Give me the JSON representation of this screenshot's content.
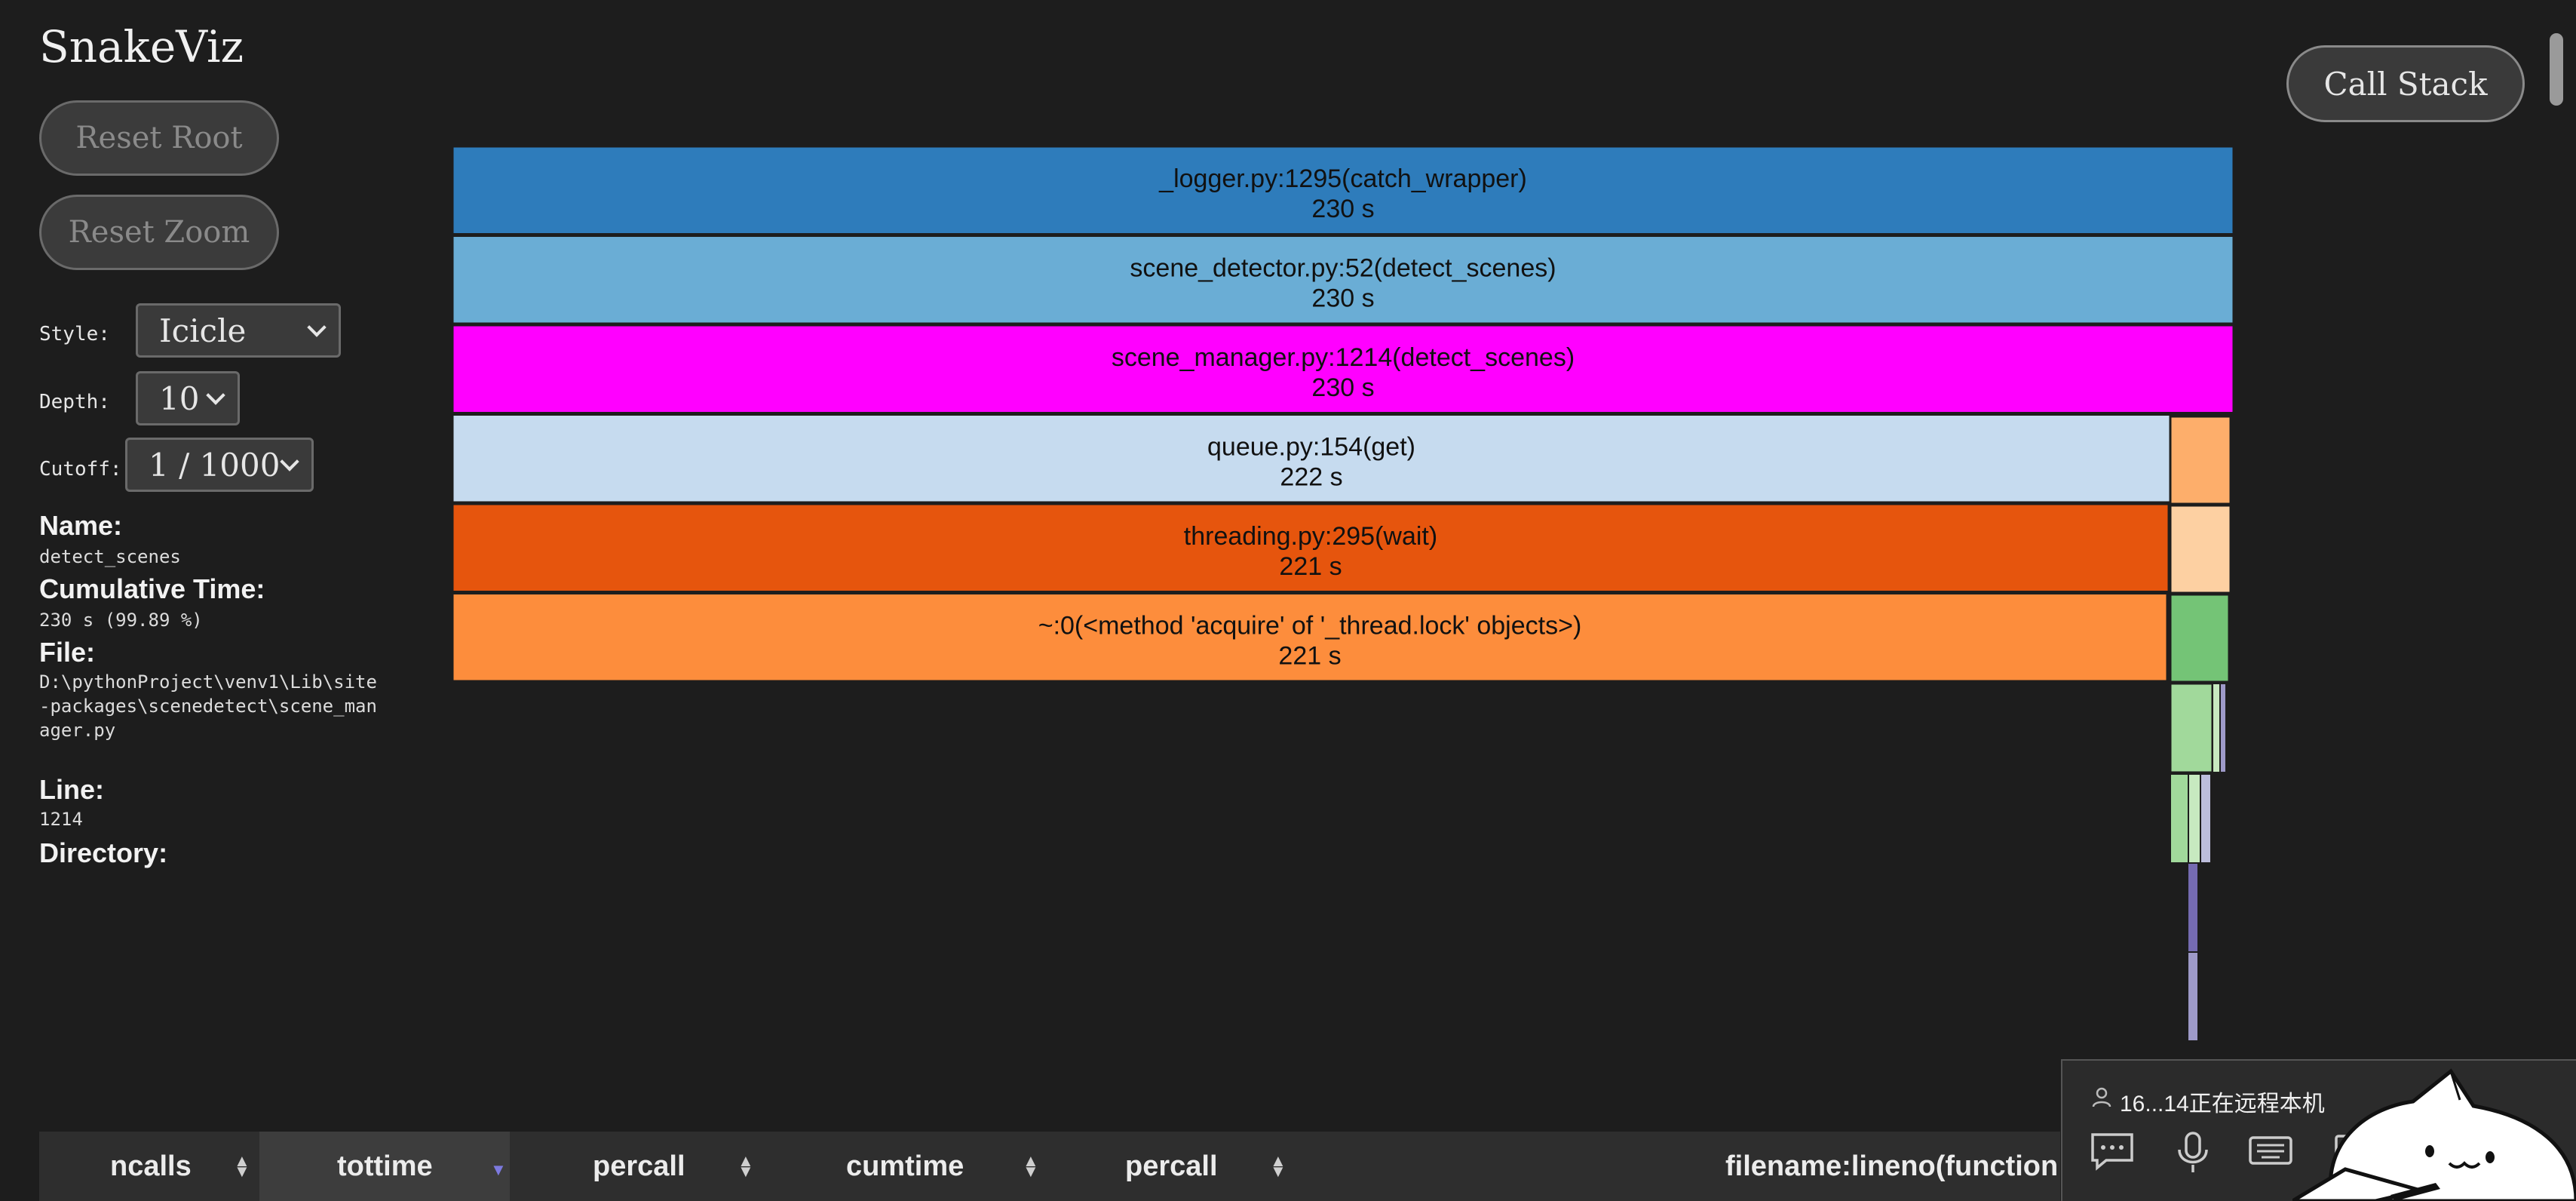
{
  "app": {
    "title": "SnakeViz"
  },
  "controls": {
    "reset_root": "Reset Root",
    "reset_zoom": "Reset Zoom",
    "style_label": "Style:",
    "style_value": "Icicle",
    "depth_label": "Depth:",
    "depth_value": "10",
    "cutoff_label": "Cutoff:",
    "cutoff_value": "1 / 1000"
  },
  "info": {
    "name_label": "Name:",
    "name_value": "detect_scenes",
    "cumtime_label": "Cumulative Time:",
    "cumtime_value": "230 s (99.89 %)",
    "file_label": "File:",
    "file_value": "D:\\pythonProject\\venv1\\Lib\\site-packages\\scenedetect\\scene_manager.py",
    "line_label": "Line:",
    "line_value": "1214",
    "dir_label": "Directory:"
  },
  "call_stack_button": "Call Stack",
  "icicle": {
    "bars": [
      {
        "label": "_logger.py:1295(catch_wrapper)",
        "time": "230 s",
        "color": "#2e7cbb",
        "text_color": "#111111"
      },
      {
        "label": "scene_detector.py:52(detect_scenes)",
        "time": "230 s",
        "color": "#6aadd5",
        "text_color": "#111111"
      },
      {
        "label": "scene_manager.py:1214(detect_scenes)",
        "time": "230 s",
        "color": "#ff00ff",
        "text_color": "#111111"
      },
      {
        "label": "queue.py:154(get)",
        "time": "222 s",
        "color": "#c6dbef",
        "text_color": "#111111"
      },
      {
        "label": "threading.py:295(wait)",
        "time": "221 s",
        "color": "#e6550d",
        "text_color": "#111111"
      },
      {
        "label": "~:0(<method 'acquire' of '_thread.lock' objects>)",
        "time": "221 s",
        "color": "#fd8d3c",
        "text_color": "#111111"
      }
    ]
  },
  "table": {
    "columns": [
      {
        "label": "ncalls"
      },
      {
        "label": "tottime",
        "sorted": true
      },
      {
        "label": "percall"
      },
      {
        "label": "cumtime"
      },
      {
        "label": "percall"
      },
      {
        "label": "filename:lineno(function"
      }
    ]
  },
  "remote": {
    "status_text": "16...14正在远程本机",
    "icons": [
      "chat-icon",
      "microphone-icon",
      "keyboard-mouse-icon",
      "window-icon"
    ]
  }
}
